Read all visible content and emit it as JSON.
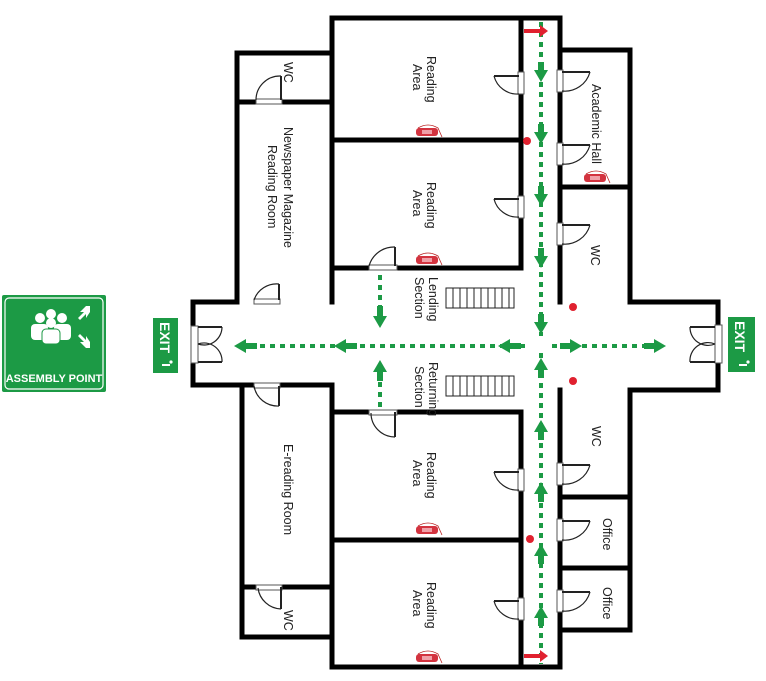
{
  "assembly_point": {
    "label": "ASSEMBLY POINT",
    "icon": "people-group-icon",
    "color": "#1c9a45"
  },
  "exits": [
    {
      "id": "exit-left",
      "label": "EXIT",
      "icon": "running-man-icon"
    },
    {
      "id": "exit-right",
      "label": "EXIT",
      "icon": "running-man-icon"
    }
  ],
  "rooms": {
    "wc_top_left": {
      "label": "WC"
    },
    "newspaper": {
      "line1": "Newspaper Magazine",
      "line2": "Reading Room"
    },
    "reading_1": {
      "line1": "Reading",
      "line2": "Area"
    },
    "reading_2": {
      "line1": "Reading",
      "line2": "Area"
    },
    "academic_hall": {
      "label": "Academic Hall"
    },
    "wc_top_right": {
      "label": "WC"
    },
    "lending": {
      "line1": "Lending",
      "line2": "Section"
    },
    "returning": {
      "line1": "Returning",
      "line2": "Section"
    },
    "e_reading": {
      "label": "E-reading Room"
    },
    "wc_bottom_left": {
      "label": "WC"
    },
    "reading_3": {
      "line1": "Reading",
      "line2": "Area"
    },
    "reading_4": {
      "line1": "Reading",
      "line2": "Area"
    },
    "wc_bottom_right": {
      "label": "WC"
    },
    "office_1": {
      "label": "Office"
    },
    "office_2": {
      "label": "Office"
    }
  },
  "legend_colors": {
    "evacuation_route": "#1c9a45",
    "fire_equipment": "#e0212f",
    "walls": "#000000"
  }
}
